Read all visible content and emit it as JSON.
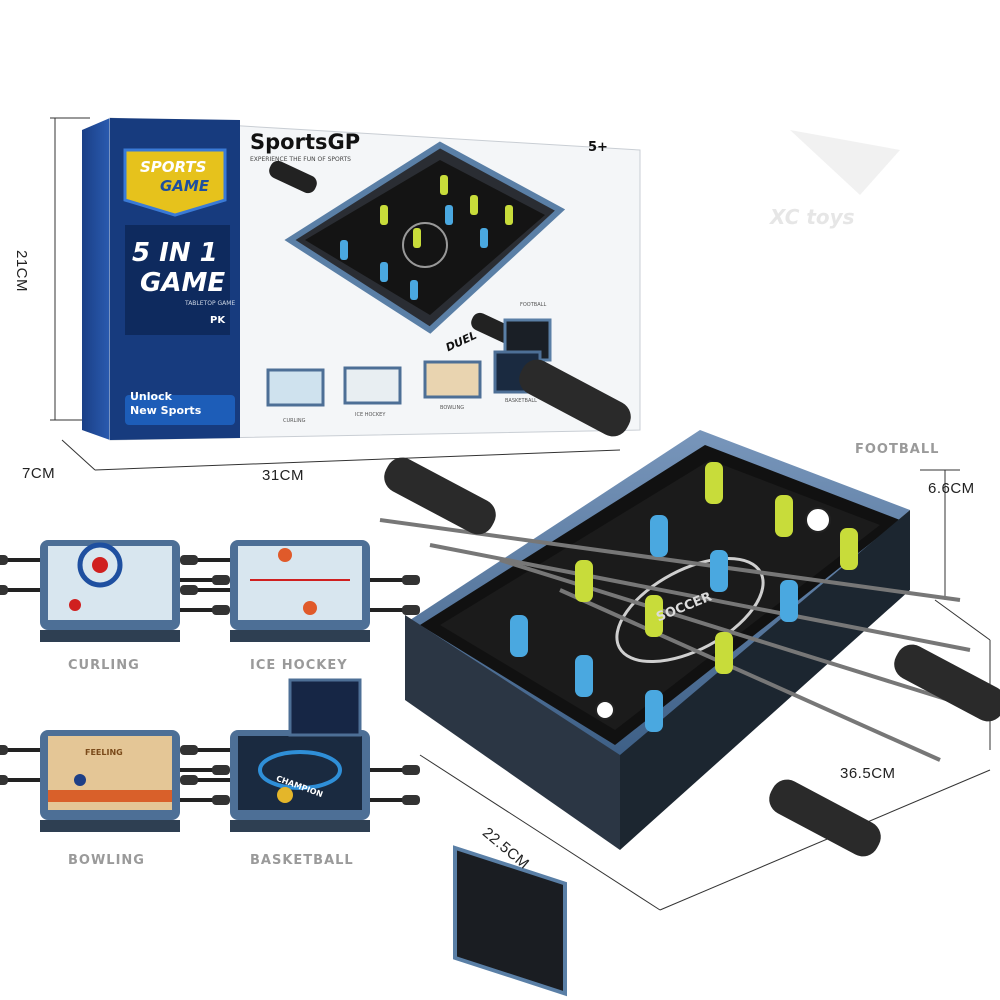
{
  "dimensions": {
    "height": "21CM",
    "depth": "7CM",
    "width": "31CM",
    "table_height": "6.6CM",
    "table_length": "36.5CM",
    "table_width": "22.5CM"
  },
  "box": {
    "brand": "SportsGP",
    "tagline": "EXPERIENCE THE FUN OF SPORTS",
    "badge_line1": "SPORTS",
    "badge_line2": "GAME",
    "headline_1": "5 IN 1",
    "headline_2": "GAME",
    "headline_sub": "TABLETOP GAME",
    "side_text": "5 IN 1 GAME",
    "age": "5+",
    "duel": "DUEL",
    "unlock_1": "Unlock",
    "unlock_2": "New Sports",
    "pk": "PK",
    "mini_labels": [
      "CURLING",
      "ICE HOCKEY",
      "BOWLING",
      "BASKETBALL"
    ],
    "football_small": "FOOTBALL"
  },
  "games": {
    "football": "FOOTBALL",
    "curling": "CURLING",
    "ice_hockey": "ICE HOCKEY",
    "bowling": "BOWLING",
    "basketball": "BASKETBALL"
  },
  "table_text": {
    "center_logo": "SOCCER",
    "bowling_logo": "FEELING",
    "basketball_logo": "CHAMPION"
  },
  "watermark": "XC toys",
  "colors": {
    "box_blue": "#1f4f9c",
    "table_black": "#151515",
    "frame_blue": "#5a7fa6",
    "player_blue": "#4aa8e0",
    "player_yellow": "#c8dc3a"
  }
}
